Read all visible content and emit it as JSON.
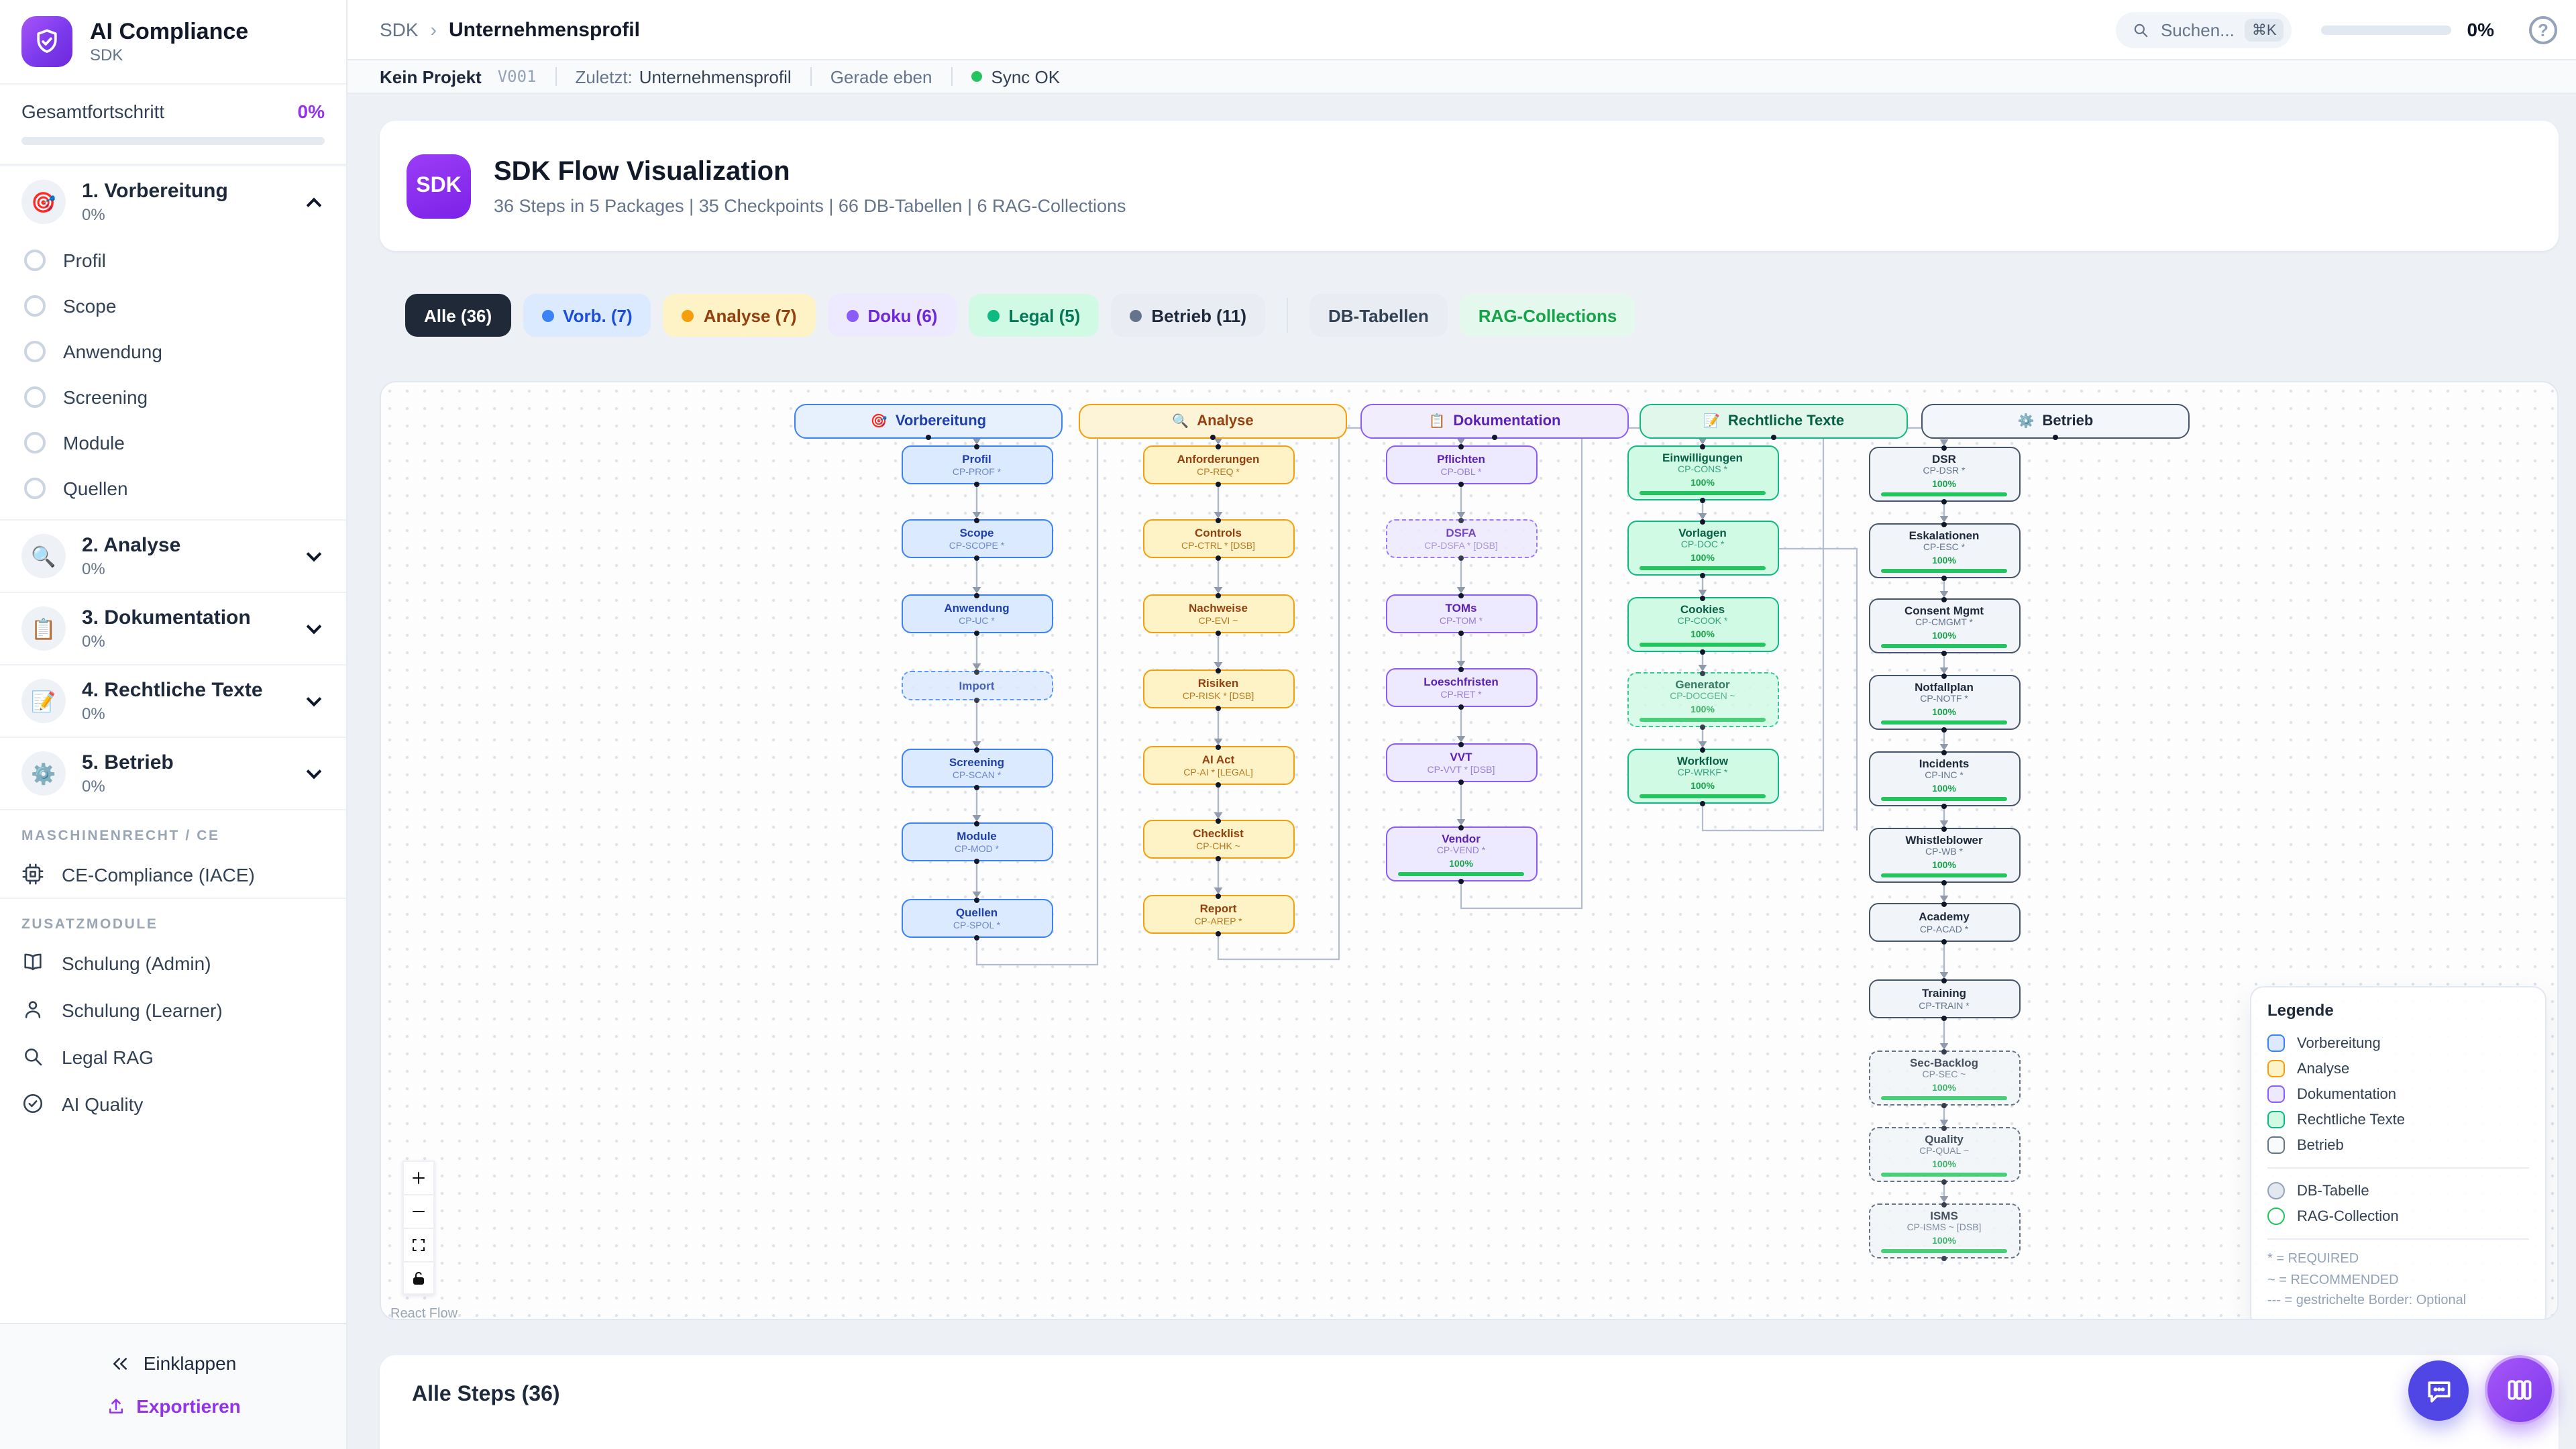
{
  "sidebar": {
    "app_title": "AI Compliance",
    "app_subtitle": "SDK",
    "overall_label": "Gesamtfortschritt",
    "overall_pct": "0%",
    "phases": [
      {
        "label": "1. Vorbereitung",
        "emoji": "🎯",
        "pct": "0%",
        "expanded": true,
        "children": [
          "Profil",
          "Scope",
          "Anwendung",
          "Screening",
          "Module",
          "Quellen"
        ]
      },
      {
        "label": "2. Analyse",
        "emoji": "🔍",
        "pct": "0%",
        "expanded": false
      },
      {
        "label": "3. Dokumentation",
        "emoji": "📋",
        "pct": "0%",
        "expanded": false
      },
      {
        "label": "4. Rechtliche Texte",
        "emoji": "📝",
        "pct": "0%",
        "expanded": false
      },
      {
        "label": "5. Betrieb",
        "emoji": "⚙️",
        "pct": "0%",
        "expanded": false
      }
    ],
    "sections": [
      {
        "header": "MASCHINENRECHT / CE",
        "items": [
          {
            "icon": "cpu-icon",
            "label": "CE-Compliance (IACE)"
          }
        ]
      },
      {
        "header": "ZUSATZMODULE",
        "items": [
          {
            "icon": "book-icon",
            "label": "Schulung (Admin)"
          },
          {
            "icon": "user-icon",
            "label": "Schulung (Learner)"
          },
          {
            "icon": "search-icon",
            "label": "Legal RAG"
          },
          {
            "icon": "check-circle-icon",
            "label": "AI Quality"
          }
        ]
      }
    ],
    "collapse_label": "Einklappen",
    "export_label": "Exportieren"
  },
  "header": {
    "breadcrumb_root": "SDK",
    "breadcrumb_sep": "›",
    "breadcrumb_current": "Unternehmensprofil",
    "search_placeholder": "Suchen...",
    "search_shortcut": "⌘K",
    "progress_pct": "0%"
  },
  "statusbar": {
    "project": "Kein Projekt",
    "version": "V001",
    "last_label": "Zuletzt:",
    "last_value": "Unternehmensprofil",
    "time": "Gerade eben",
    "sync": "Sync OK"
  },
  "hero": {
    "badge": "SDK",
    "title": "SDK Flow Visualization",
    "subtitle": "36 Steps in 5 Packages | 35 Checkpoints | 66 DB-Tabellen | 6 RAG-Collections"
  },
  "filters": [
    {
      "key": "alle",
      "label": "Alle (36)",
      "bg": "#1f2937",
      "fg": "#ffffff",
      "dot": null
    },
    {
      "key": "vorb",
      "label": "Vorb. (7)",
      "bg": "#dbeafe",
      "fg": "#1d4ed8",
      "dot": "#3b82f6"
    },
    {
      "key": "analyse",
      "label": "Analyse (7)",
      "bg": "#fef3c7",
      "fg": "#92400e",
      "dot": "#f59e0b"
    },
    {
      "key": "doku",
      "label": "Doku (6)",
      "bg": "#ede9fe",
      "fg": "#6d28d9",
      "dot": "#8b5cf6"
    },
    {
      "key": "legal",
      "label": "Legal (5)",
      "bg": "#d1fae5",
      "fg": "#047857",
      "dot": "#10b981"
    },
    {
      "key": "betrieb",
      "label": "Betrieb (11)",
      "bg": "#e9edf3",
      "fg": "#1e293b",
      "dot": "#64748b"
    },
    {
      "key": "sep",
      "label": "",
      "bg": null,
      "fg": null,
      "dot": null
    },
    {
      "key": "db",
      "label": "DB-Tabellen",
      "bg": "#e9edf3",
      "fg": "#334155",
      "dot": null
    },
    {
      "key": "rag",
      "label": "RAG-Collections",
      "bg": "#e4f8ed",
      "fg": "#16a34a",
      "dot": null
    }
  ],
  "flow": {
    "columns": [
      {
        "key": "vorb",
        "label": "Vorbereitung",
        "emoji": "🎯",
        "colors": {
          "border": "#3b82f6",
          "bg": "#dbeafe",
          "headerBg": "#e7f0fd",
          "title": "#1e40af",
          "code": "#6d87c8"
        },
        "nodes": [
          {
            "title": "Profil",
            "code": "CP-PROF *"
          },
          {
            "title": "Scope",
            "code": "CP-SCOPE *"
          },
          {
            "title": "Anwendung",
            "code": "CP-UC *"
          },
          {
            "title": "Import",
            "code": "",
            "dashed": true
          },
          {
            "title": "Screening",
            "code": "CP-SCAN *"
          },
          {
            "title": "Module",
            "code": "CP-MOD *"
          },
          {
            "title": "Quellen",
            "code": "CP-SPOL *"
          }
        ]
      },
      {
        "key": "analyse",
        "label": "Analyse",
        "emoji": "🔍",
        "colors": {
          "border": "#f59e0b",
          "bg": "#fef3c7",
          "headerBg": "#fdf4d8",
          "title": "#92400e",
          "code": "#b7791f"
        },
        "nodes": [
          {
            "title": "Anforderungen",
            "code": "CP-REQ *"
          },
          {
            "title": "Controls",
            "code": "CP-CTRL * [DSB]"
          },
          {
            "title": "Nachweise",
            "code": "CP-EVI ~"
          },
          {
            "title": "Risiken",
            "code": "CP-RISK * [DSB]"
          },
          {
            "title": "AI Act",
            "code": "CP-AI * [LEGAL]"
          },
          {
            "title": "Checklist",
            "code": "CP-CHK ~"
          },
          {
            "title": "Report",
            "code": "CP-AREP *"
          }
        ]
      },
      {
        "key": "doku",
        "label": "Dokumentation",
        "emoji": "📋",
        "colors": {
          "border": "#8b5cf6",
          "bg": "#ede9fe",
          "headerBg": "#f2edfd",
          "title": "#5b21b6",
          "code": "#9b7fd4"
        },
        "nodes": [
          {
            "title": "Pflichten",
            "code": "CP-OBL *"
          },
          {
            "title": "DSFA",
            "code": "CP-DSFA * [DSB]",
            "dashed": true
          },
          {
            "title": "TOMs",
            "code": "CP-TOM *"
          },
          {
            "title": "Loeschfristen",
            "code": "CP-RET *"
          },
          {
            "title": "VVT",
            "code": "CP-VVT * [DSB]"
          },
          {
            "title": "Vendor",
            "code": "CP-VEND *",
            "progress": "100%"
          }
        ]
      },
      {
        "key": "recht",
        "label": "Rechtliche Texte",
        "emoji": "📝",
        "colors": {
          "border": "#10b981",
          "bg": "#d1fae5",
          "headerBg": "#e2f7ec",
          "title": "#065f46",
          "code": "#34a37f"
        },
        "nodes": [
          {
            "title": "Einwilligungen",
            "code": "CP-CONS *",
            "progress": "100%"
          },
          {
            "title": "Vorlagen",
            "code": "CP-DOC *",
            "progress": "100%"
          },
          {
            "title": "Cookies",
            "code": "CP-COOK *",
            "progress": "100%"
          },
          {
            "title": "Generator",
            "code": "CP-DOCGEN ~",
            "progress": "100%",
            "dashed": true
          },
          {
            "title": "Workflow",
            "code": "CP-WRKF *",
            "progress": "100%"
          }
        ]
      },
      {
        "key": "betrieb",
        "label": "Betrieb",
        "emoji": "⚙️",
        "colors": {
          "border": "#475569",
          "bg": "#f1f5f9",
          "headerBg": "#f3f6fa",
          "title": "#1e293b",
          "code": "#64748b"
        },
        "nodes": [
          {
            "title": "DSR",
            "code": "CP-DSR *",
            "progress": "100%"
          },
          {
            "title": "Eskalationen",
            "code": "CP-ESC *",
            "progress": "100%"
          },
          {
            "title": "Consent Mgmt",
            "code": "CP-CMGMT *",
            "progress": "100%"
          },
          {
            "title": "Notfallplan",
            "code": "CP-NOTF *",
            "progress": "100%"
          },
          {
            "title": "Incidents",
            "code": "CP-INC *",
            "progress": "100%"
          },
          {
            "title": "Whistleblower",
            "code": "CP-WB *",
            "progress": "100%"
          },
          {
            "title": "Academy",
            "code": "CP-ACAD *"
          },
          {
            "title": "Training",
            "code": "CP-TRAIN *"
          },
          {
            "title": "Sec-Backlog",
            "code": "CP-SEC ~",
            "progress": "100%",
            "dashed": true
          },
          {
            "title": "Quality",
            "code": "CP-QUAL ~",
            "progress": "100%",
            "dashed": true
          },
          {
            "title": "ISMS",
            "code": "CP-ISMS ~ [DSB]",
            "progress": "100%",
            "dashed": true
          }
        ]
      }
    ],
    "legend": {
      "title": "Legende",
      "items": [
        {
          "label": "Vorbereitung",
          "border": "#3b82f6",
          "bg": "#dbeafe"
        },
        {
          "label": "Analyse",
          "border": "#f59e0b",
          "bg": "#fef3c7"
        },
        {
          "label": "Dokumentation",
          "border": "#8b5cf6",
          "bg": "#ede9fe"
        },
        {
          "label": "Rechtliche Texte",
          "border": "#10b981",
          "bg": "#d1fae5"
        },
        {
          "label": "Betrieb",
          "border": "#64748b",
          "bg": "#f8fafc"
        }
      ],
      "shape_items": [
        {
          "label": "DB-Tabelle",
          "border": "#94a3b8",
          "bg": "#e2e8f0"
        },
        {
          "label": "RAG-Collection",
          "border": "#22c55e",
          "bg": "#ffffff"
        }
      ],
      "notes": [
        "* = REQUIRED",
        "~ = RECOMMENDED",
        "--- = gestrichelte Border: Optional"
      ]
    },
    "attribution": "React Flow",
    "progress_color": "#22c55e"
  },
  "steps_panel": {
    "title": "Alle Steps (36)"
  }
}
